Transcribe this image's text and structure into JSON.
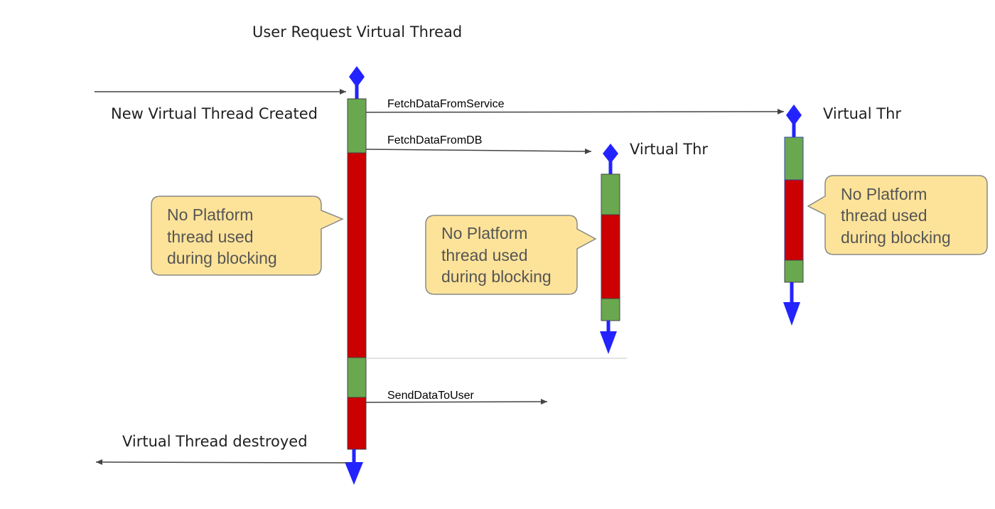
{
  "title": "User Request Virtual Thread",
  "labels": {
    "created": "New Virtual Thread Created",
    "destroyed": "Virtual Thread destroyed",
    "vt_db": "Virtual Thr",
    "vt_service": "Virtual Thr"
  },
  "messages": {
    "fetch_service": "FetchDataFromService",
    "fetch_db": "FetchDataFromDB",
    "send_user": "SendDataToUser"
  },
  "callouts": {
    "main": [
      "No Platform",
      "thread used",
      "during blocking"
    ],
    "db": [
      "No Platform",
      "thread used",
      "during blocking"
    ],
    "service": [
      "No Platform",
      "thread used",
      "during blocking"
    ]
  },
  "colors": {
    "running": "#6aa84f",
    "blocked": "#cc0000",
    "lifeline": "#2323ff",
    "callout_fill": "#fde399"
  }
}
